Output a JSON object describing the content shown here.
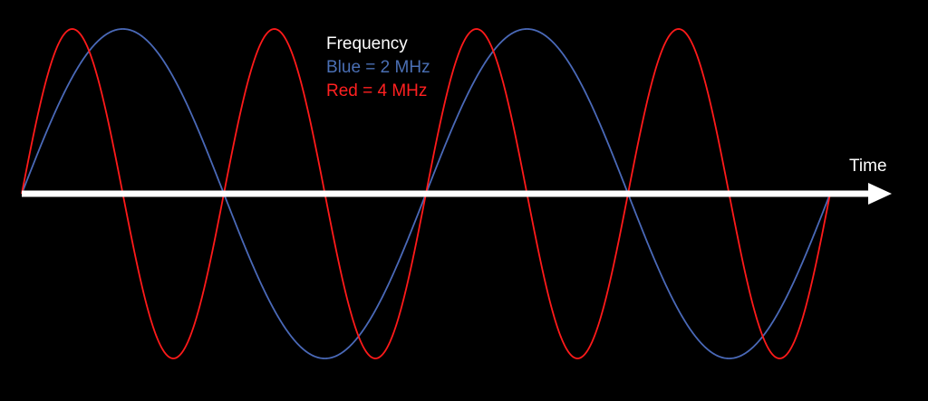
{
  "legend": {
    "heading": "Frequency",
    "blue_label": "Blue = 2 MHz",
    "red_label": "Red = 4 MHz"
  },
  "axis": {
    "label": "Time"
  },
  "colors": {
    "background": "#000000",
    "axis": "#ffffff",
    "heading": "#ffffff",
    "blue_wave": "#4a69b8",
    "red_wave": "#ff1a1a",
    "blue_text": "#4a6fb4",
    "red_text": "#ff2020"
  },
  "waves": [
    {
      "name": "blue-wave",
      "frequency_mhz": 2,
      "cycles": 2,
      "color_key": "blue_wave"
    },
    {
      "name": "red-wave",
      "frequency_mhz": 4,
      "cycles": 4,
      "color_key": "red_wave"
    }
  ]
}
